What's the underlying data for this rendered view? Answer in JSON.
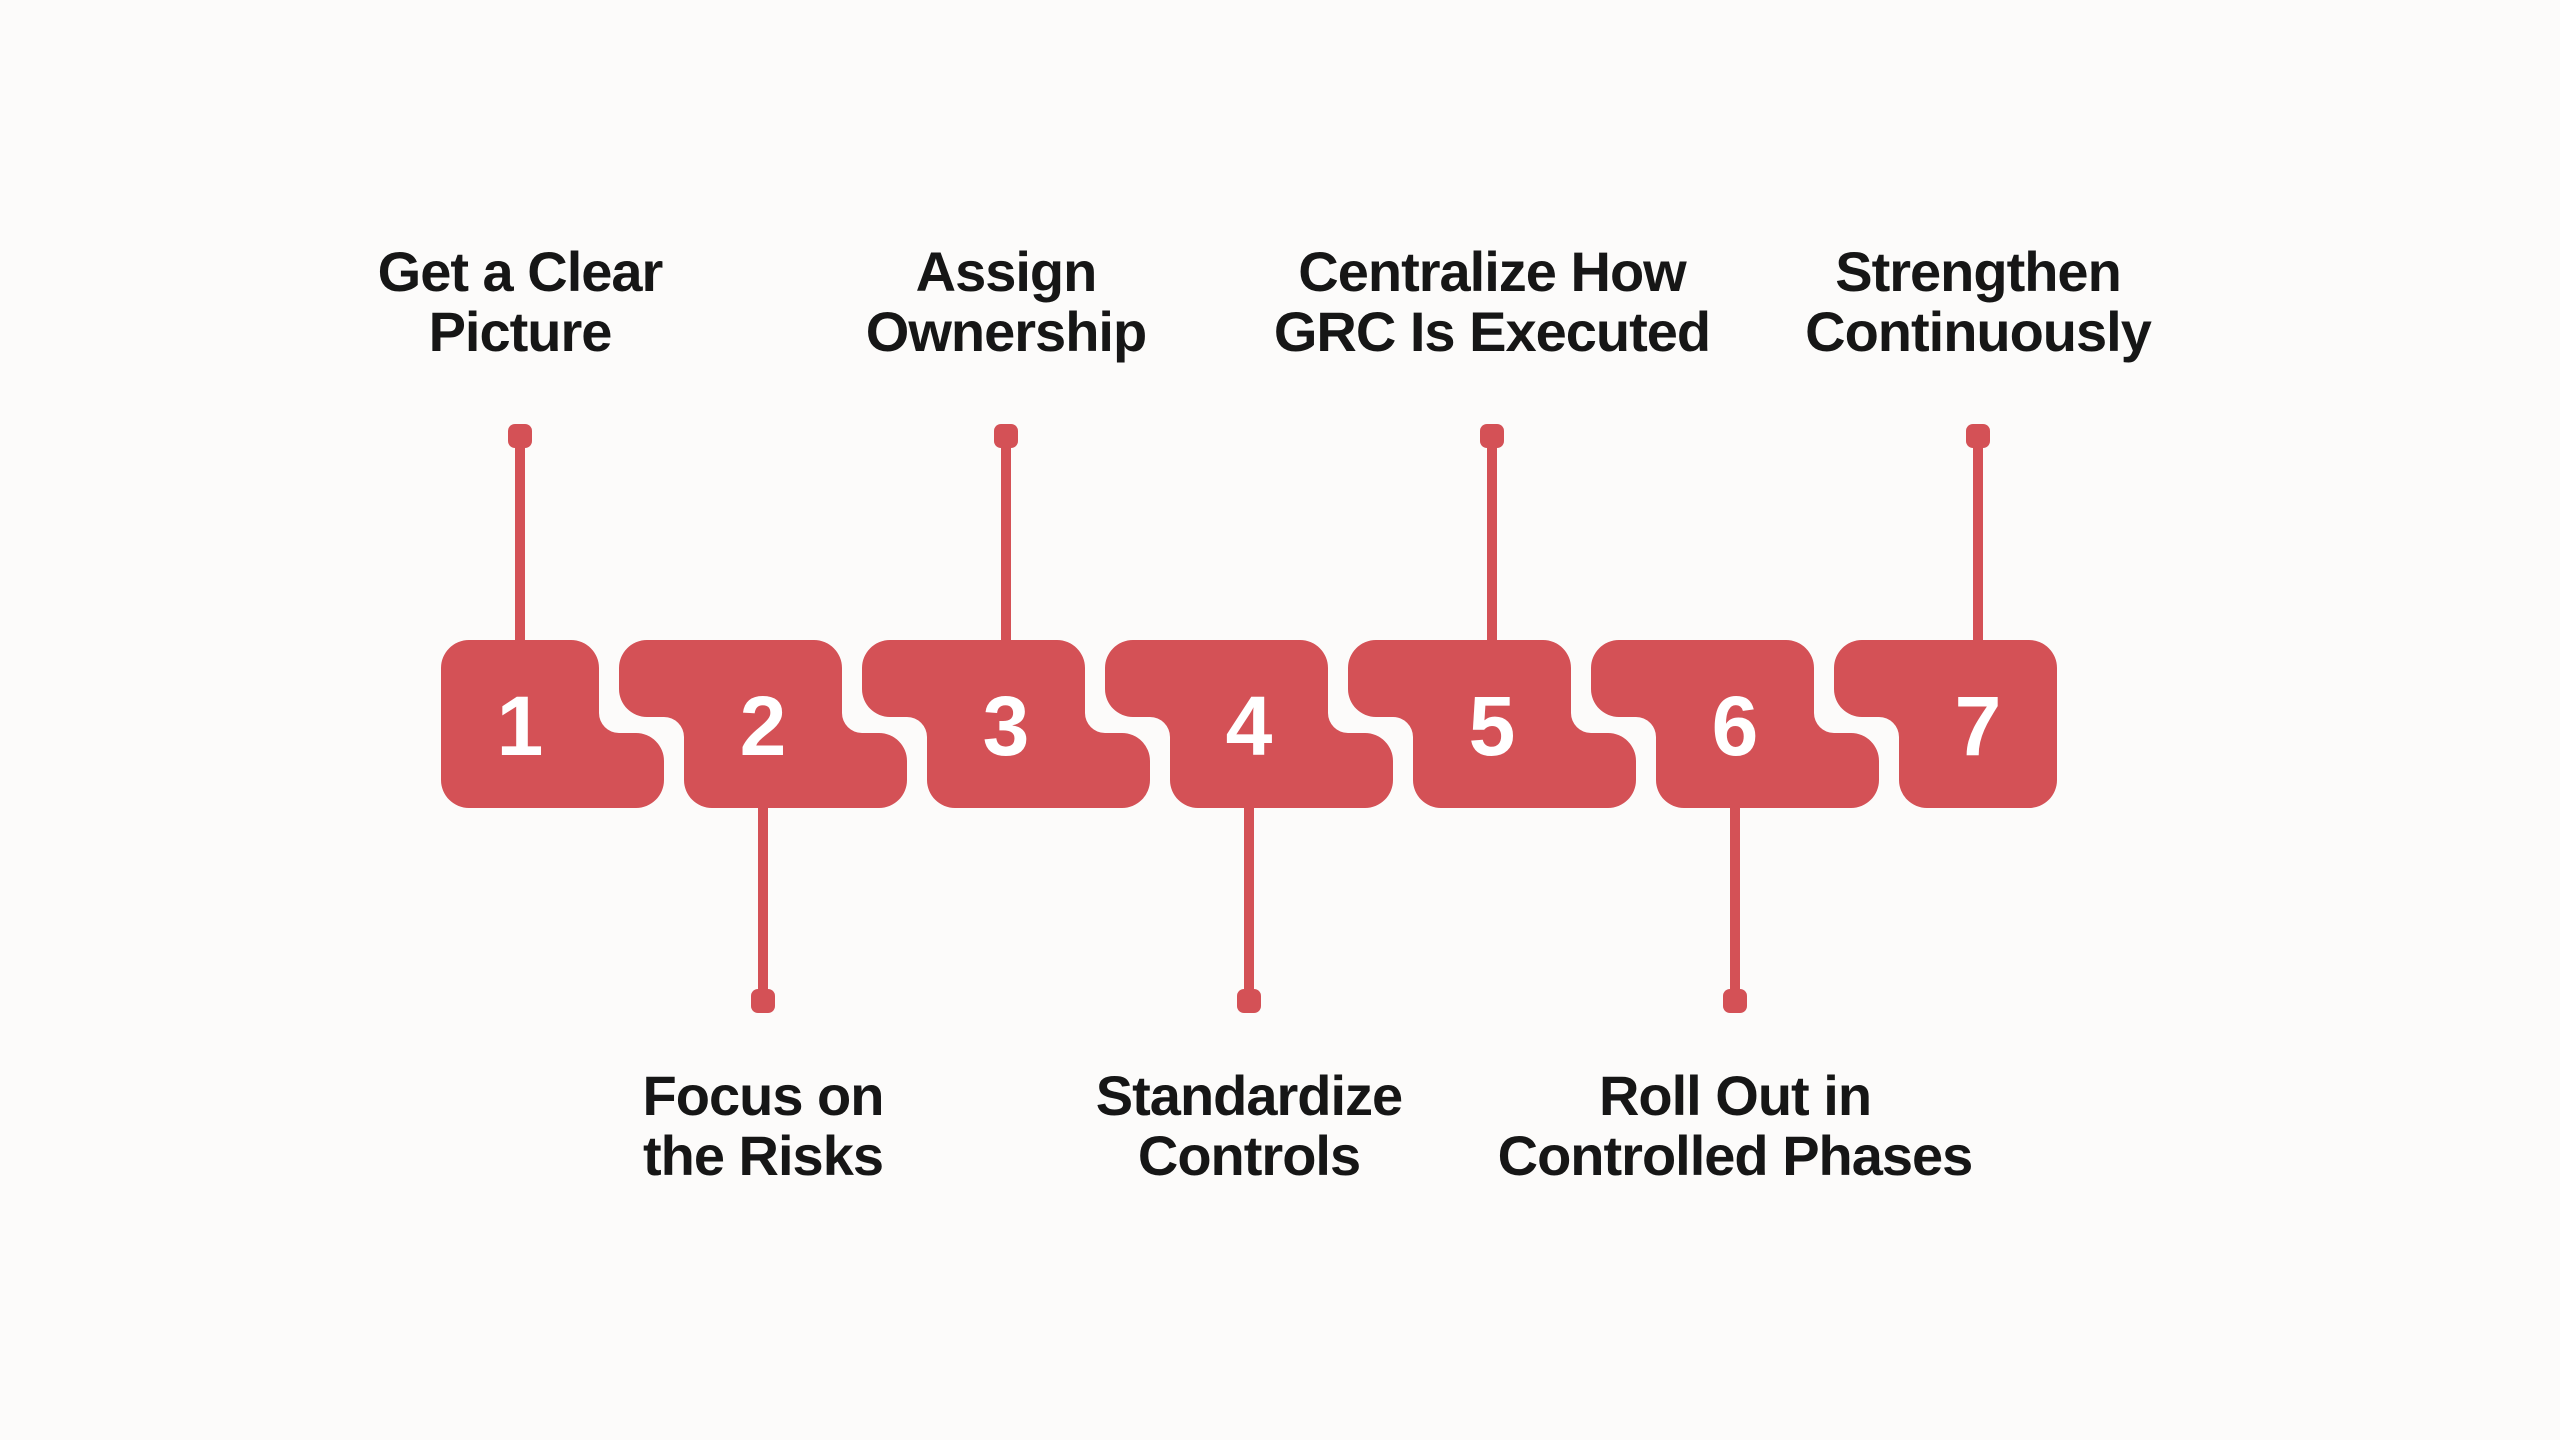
{
  "theme": {
    "block_color": "#d45156",
    "number_color": "#ffffff",
    "label_color": "#161616",
    "background_color": "#fcfbfa"
  },
  "steps": [
    {
      "number": "1",
      "label_line1": "Get a Clear",
      "label_line2": "Picture",
      "label_position": "top"
    },
    {
      "number": "2",
      "label_line1": "Focus on",
      "label_line2": "the Risks",
      "label_position": "bottom"
    },
    {
      "number": "3",
      "label_line1": "Assign",
      "label_line2": "Ownership",
      "label_position": "top"
    },
    {
      "number": "4",
      "label_line1": "Standardize",
      "label_line2": "Controls",
      "label_position": "bottom"
    },
    {
      "number": "5",
      "label_line1": "Centralize How",
      "label_line2": "GRC Is Executed",
      "label_position": "top"
    },
    {
      "number": "6",
      "label_line1": "Roll Out in",
      "label_line2": "Controlled Phases",
      "label_position": "bottom"
    },
    {
      "number": "7",
      "label_line1": "Strengthen",
      "label_line2": "Continuously",
      "label_position": "top"
    }
  ]
}
